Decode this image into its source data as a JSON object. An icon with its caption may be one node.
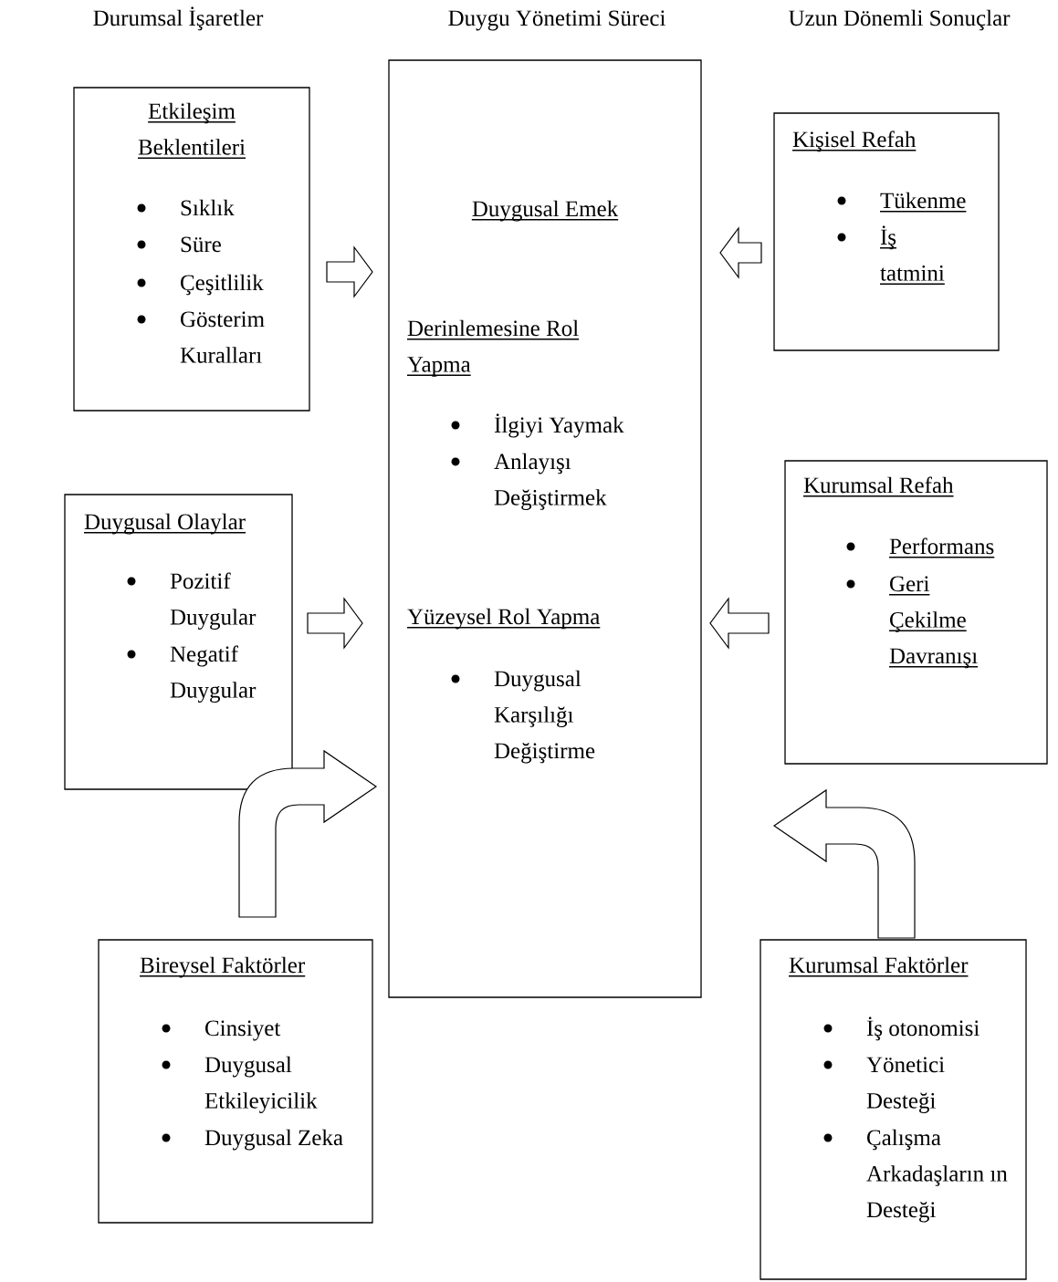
{
  "diagram": {
    "nodes": [
      {
        "text": [
          "Etkileşim Beklentileri",
          "Sıklık",
          "Süre",
          "Çeşitlilik",
          "Gösterim Kuralları"
        ]
      },
      {
        "text": [
          "Duygusal Olaylar",
          "Pozitif Duygular",
          "Negatif Duygular"
        ]
      },
      {
        "text": [
          "Bireysel Faktörler",
          "Cinsiyet",
          "Duygusal Etkileyicilik",
          "Duygusal Zeka"
        ]
      },
      {
        "text": [
          "Duygusal Emek",
          "Derinlemesine Rol Yapma",
          "İlgiyi Yaymak",
          "Anlayışı Değiştirmek",
          "Yüzeysel Rol Yapma",
          "Duygusal Karşılığı Değiştirme"
        ]
      },
      {
        "text": [
          "Kişisel Refah",
          "Tükenme",
          "İş tatmini"
        ]
      },
      {
        "text": [
          "Kurumsal Refah",
          "Performans",
          "Geri Çekilme Davranışı"
        ]
      },
      {
        "text": [
          "Kurumsal Faktörler",
          "İş otonomisi",
          "Yönetici Desteği",
          "Çalışma Arkadaşların ın Desteği"
        ]
      }
    ],
    "edges": [
      {
        "from": 0,
        "to": 3,
        "arrow": "to"
      },
      {
        "from": 1,
        "to": 3,
        "arrow": "to"
      },
      {
        "from": 2,
        "to": 3,
        "arrow": "to"
      },
      {
        "from": 4,
        "to": 3,
        "arrow": "to"
      },
      {
        "from": 5,
        "to": 3,
        "arrow": "to"
      },
      {
        "from": 6,
        "to": 3,
        "arrow": "to"
      }
    ],
    "labels": [
      "Durumsal İşaretler",
      "Duygu Yönetimi Süreci",
      "Uzun Dönemli Sonuçlar"
    ]
  }
}
